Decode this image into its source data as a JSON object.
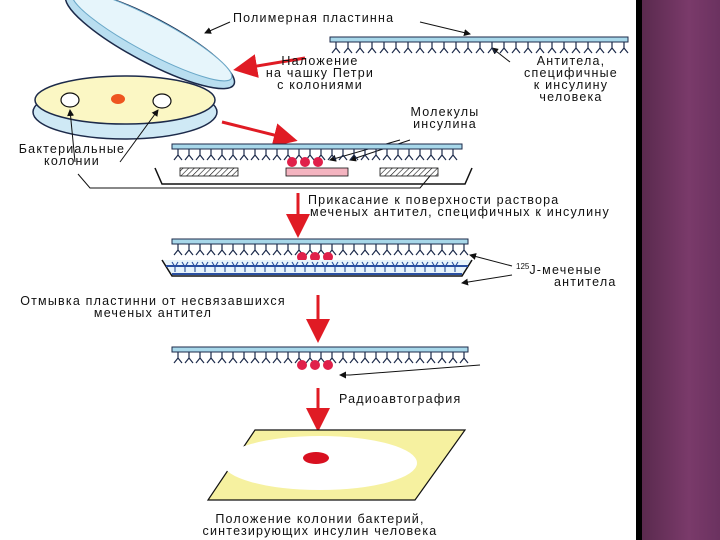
{
  "labels": {
    "polymer_plate": "Полимерная пластинна",
    "overlay_line1": "Наложение",
    "overlay_line2": "на чашку Петри",
    "overlay_line3": "с колониями",
    "antibodies_line1": "Антитела,",
    "antibodies_line2": "специфичные",
    "antibodies_line3": "к инсулину",
    "antibodies_line4": "человека",
    "insulin_line1": "Молекулы",
    "insulin_line2": "инсулина",
    "colonies_line1": "Бактериальные",
    "colonies_line2": "колонии",
    "contact_line1": "Прикасание к поверхности раствора",
    "contact_line2": "меченых антител, специфичных к инсулину",
    "labeled_sup": "125",
    "labeled_line1": "J-меченые",
    "labeled_line2": "антитела",
    "wash_line1": "Отмывка пластинни от несвязавшихся",
    "wash_line2": "меченых антител",
    "autoradio": "Радиоавтография",
    "result_line1": "Положение колонии бактерий,",
    "result_line2": "синтезирующих инсулин человека"
  },
  "colors": {
    "plate_fill": "#a8d8ea",
    "antibody_stroke": "#1c2a4a",
    "insulin_dot": "#e0204a",
    "petri_fill": "#fbf7c4",
    "arrow_red": "#e01b24",
    "film_yellow": "#f6f1a0",
    "solution_blue": "#2a4fa0",
    "side_band": "#6b3260"
  }
}
